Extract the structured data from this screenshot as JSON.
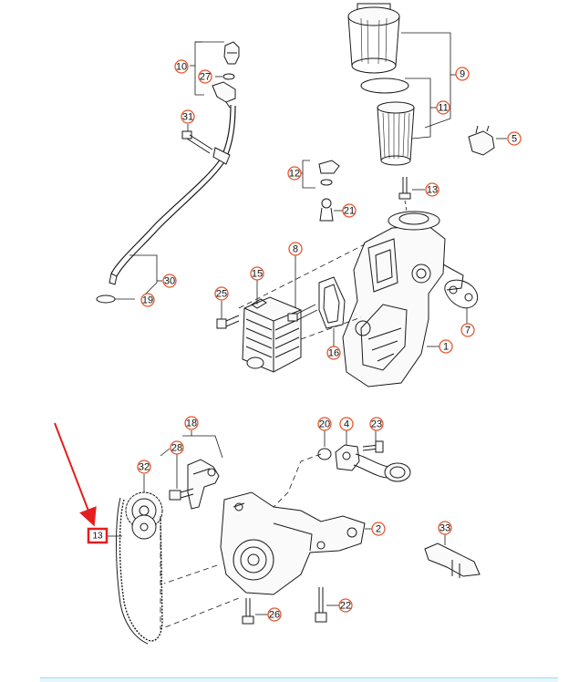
{
  "colors": {
    "callout_ring": "#e4572e",
    "highlight_box": "#e41e1e",
    "arrow": "#e41e1e",
    "line_art": "#1a1a1a",
    "footer_bar": "#e6f6fb"
  },
  "callouts": [
    {
      "id": "c10",
      "label": "10"
    },
    {
      "id": "c27",
      "label": "27"
    },
    {
      "id": "c31",
      "label": "31"
    },
    {
      "id": "c30",
      "label": "30"
    },
    {
      "id": "c19",
      "label": "19"
    },
    {
      "id": "c9",
      "label": "9"
    },
    {
      "id": "c11",
      "label": "11"
    },
    {
      "id": "c5",
      "label": "5"
    },
    {
      "id": "c12",
      "label": "12"
    },
    {
      "id": "c13a",
      "label": "13"
    },
    {
      "id": "c21",
      "label": "21"
    },
    {
      "id": "c8",
      "label": "8"
    },
    {
      "id": "c15",
      "label": "15"
    },
    {
      "id": "c25",
      "label": "25"
    },
    {
      "id": "c16",
      "label": "16"
    },
    {
      "id": "c1",
      "label": "1"
    },
    {
      "id": "c7",
      "label": "7"
    },
    {
      "id": "c18",
      "label": "18"
    },
    {
      "id": "c28",
      "label": "28"
    },
    {
      "id": "c32",
      "label": "32"
    },
    {
      "id": "c20",
      "label": "20"
    },
    {
      "id": "c4",
      "label": "4"
    },
    {
      "id": "c23",
      "label": "23"
    },
    {
      "id": "c2",
      "label": "2"
    },
    {
      "id": "c33",
      "label": "33"
    },
    {
      "id": "c26",
      "label": "26"
    },
    {
      "id": "c22",
      "label": "22"
    }
  ],
  "highlighted_part": {
    "label": "13"
  }
}
